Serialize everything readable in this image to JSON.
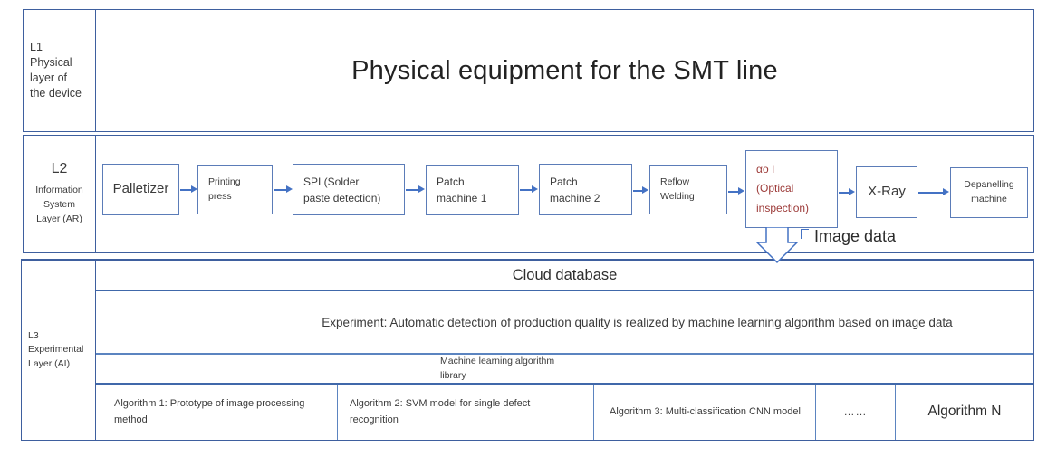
{
  "layers": {
    "l1": {
      "label": "L1\nPhysical\nlayer of\nthe device",
      "title": "Physical equipment for the SMT line"
    },
    "l2": {
      "label_top": "L2",
      "label_rest": "Information\nSystem\nLayer (AR)",
      "flow": [
        {
          "label": "Palletizer"
        },
        {
          "label": "Printing\npress"
        },
        {
          "label": "SPI (Solder\npaste detection)"
        },
        {
          "label": "Patch\nmachine 1"
        },
        {
          "label": "Patch\nmachine 2"
        },
        {
          "label": "Reflow\nWelding"
        },
        {
          "label": "αo I\n(Optical\ninspection)"
        },
        {
          "label": "X-Ray"
        },
        {
          "label": "Depanelling\nmachine"
        }
      ],
      "image_data_label": "Image data"
    },
    "l3": {
      "label": "L3\nExperimental\nLayer (AI)",
      "cloud_database": "Cloud database",
      "experiment": "Experiment: Automatic detection of production quality is realized by machine learning algorithm based on image data",
      "library": "Machine learning algorithm\nlibrary",
      "algorithms": [
        "Algorithm 1: Prototype of image processing method",
        "Algorithm 2: SVM model for single defect recognition",
        "Algorithm 3: Multi-classification CNN model",
        "……",
        "Algorithm N"
      ]
    }
  },
  "colors": {
    "frame_border": "#3e5f9e",
    "box_border": "#5b7cb8",
    "arrow": "#4472c4",
    "text": "#3b3b3b",
    "aoi_red": "#9c3a38"
  }
}
